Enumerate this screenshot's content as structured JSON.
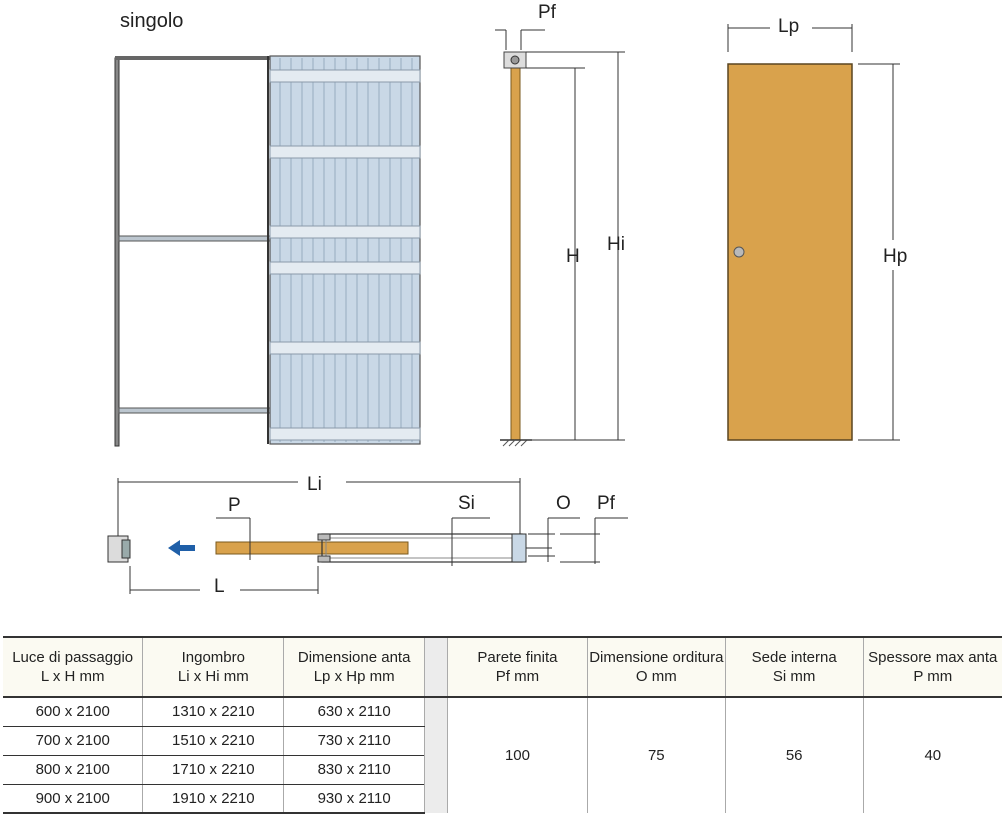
{
  "labels": {
    "title": "singolo",
    "pf_top": "Pf",
    "lp": "Lp",
    "h": "H",
    "hi": "Hi",
    "hp": "Hp",
    "li": "Li",
    "p": "P",
    "si": "Si",
    "o": "O",
    "pf_bottom": "Pf",
    "l": "L"
  },
  "table": {
    "headers": [
      [
        "Luce di passaggio",
        "L x H mm"
      ],
      [
        "Ingombro",
        "Li x Hi mm"
      ],
      [
        "Dimensione anta",
        "Lp x Hp mm"
      ],
      [
        "Parete finita",
        "Pf mm"
      ],
      [
        "Dimensione orditura",
        "O mm"
      ],
      [
        "Sede interna",
        "Si mm"
      ],
      [
        "Spessore max anta",
        "P mm"
      ]
    ],
    "rows": [
      [
        "600 x 2100",
        "1310 x 2210",
        "630 x 2110"
      ],
      [
        "700 x 2100",
        "1510 x 2210",
        "730 x 2110"
      ],
      [
        "800 x 2100",
        "1710 x 2210",
        "830 x 2110"
      ],
      [
        "900 x 2100",
        "1910 x 2210",
        "930 x 2110"
      ]
    ],
    "shared": [
      "100",
      "75",
      "56",
      "40"
    ]
  },
  "colors": {
    "door": "#d9a24c",
    "door_edge": "#7a5a1e",
    "frame": "#c9d8e6",
    "line": "#333333",
    "arrow": "#1f5fa8"
  }
}
